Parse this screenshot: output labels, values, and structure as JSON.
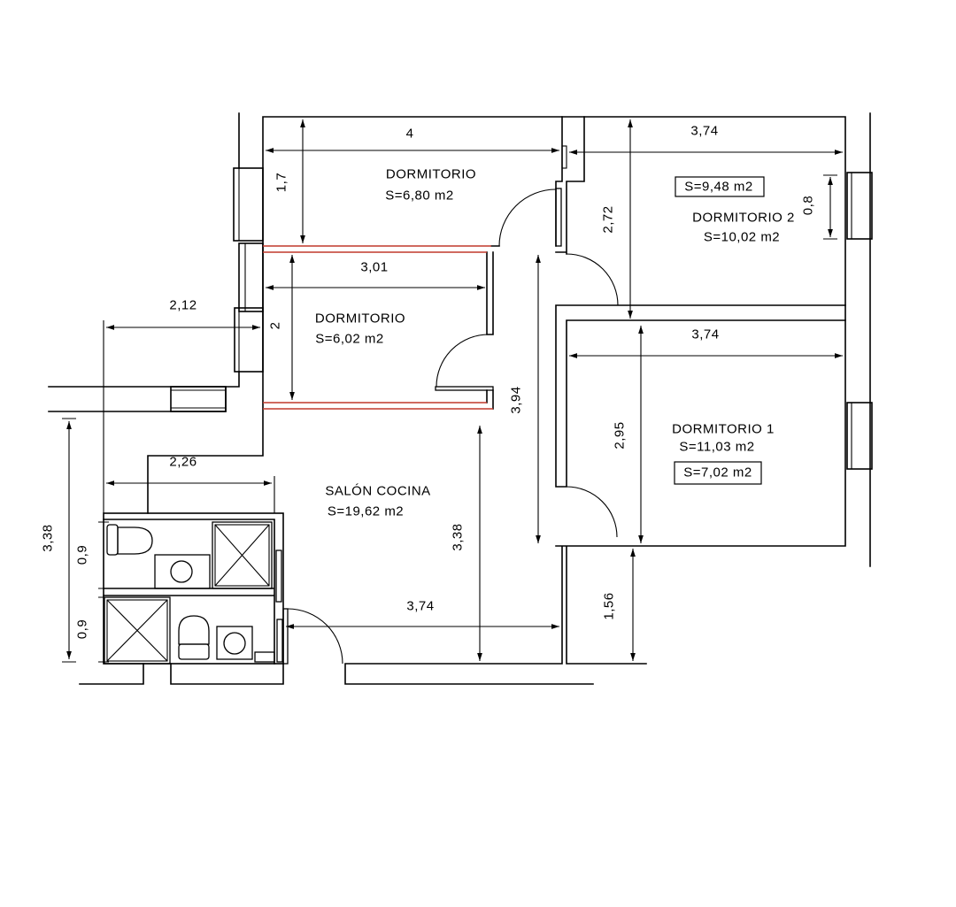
{
  "drawing": {
    "rooms": {
      "bedroom_top": {
        "name": "DORMITORIO",
        "area": "S=6,80 m2"
      },
      "bedroom_middle": {
        "name": "DORMITORIO",
        "area": "S=6,02 m2"
      },
      "bedroom_2": {
        "name": "DORMITORIO 2",
        "area": "S=10,02 m2",
        "boxed_area": "S=9,48 m2"
      },
      "bedroom_1": {
        "name": "DORMITORIO 1",
        "area": "S=11,03 m2",
        "boxed_area": "S=7,02 m2"
      },
      "living_kitchen": {
        "name": "SALÓN COCINA",
        "area": "S=19,62 m2"
      }
    },
    "dimensions": {
      "bedroom_top_width": "4",
      "bedroom_2_width": "3,74",
      "bedroom_top_depth": "1,7",
      "bedroom_2_depth": "2,72",
      "bedroom_2_window": "0,8",
      "bedroom_middle_width": "3,01",
      "left_offset": "2,12",
      "bedroom_middle_depth": "2",
      "bedroom_1_width": "3,74",
      "corridor_length": "3,94",
      "bedroom_1_depth": "2,95",
      "bathroom_width": "2,26",
      "left_vertical": "3,38",
      "bath_upper": "0,9",
      "bath_lower": "0,9",
      "living_depth": "3,38",
      "living_width": "3,74",
      "terrace_depth": "1,56"
    }
  },
  "colors": {
    "lines": "#000000",
    "partition": "#c0392b",
    "background": "#ffffff"
  }
}
